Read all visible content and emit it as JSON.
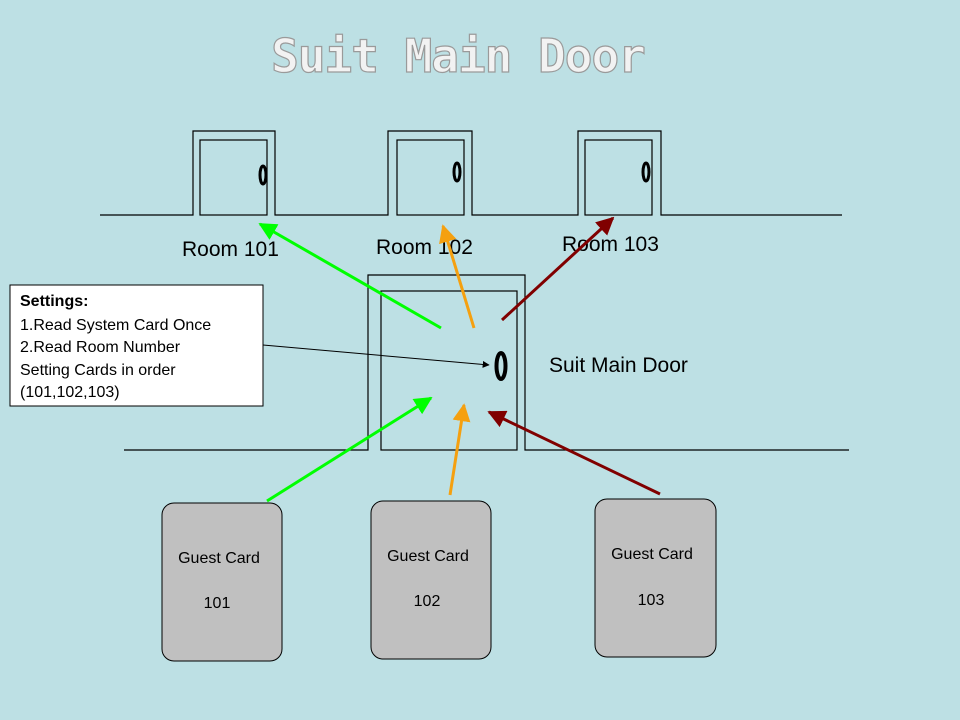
{
  "title": "Suit Main Door",
  "rooms": [
    {
      "label": "Room 101"
    },
    {
      "label": "Room 102"
    },
    {
      "label": "Room 103"
    }
  ],
  "main_door_label": "Suit Main Door",
  "settings_box": {
    "heading": "Settings:",
    "lines": [
      "1.Read System Card Once",
      "2.Read Room Number",
      "Setting Cards in order",
      "(101,102,103)"
    ]
  },
  "cards": [
    {
      "label": "Guest Card",
      "number": "101"
    },
    {
      "label": "Guest Card",
      "number": "102"
    },
    {
      "label": "Guest Card",
      "number": "103"
    }
  ],
  "colors": {
    "background": "#bde0e4",
    "card_fill": "#c0c0c0",
    "arrow_room_101": "#00ff00",
    "arrow_room_102": "#f5a00f",
    "arrow_room_103": "#800000"
  }
}
